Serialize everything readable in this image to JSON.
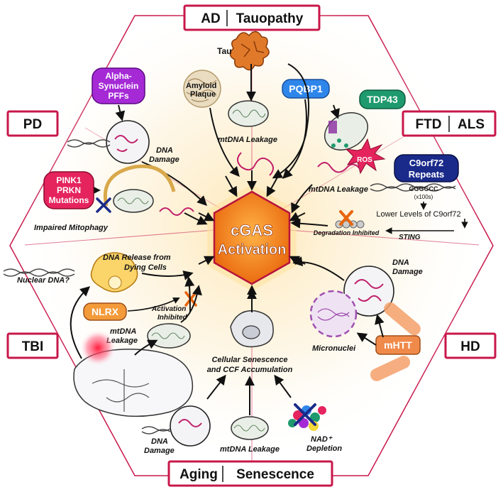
{
  "center": {
    "line1": "cGAS",
    "line2": "Activation"
  },
  "diseases": {
    "ad": {
      "left": "AD",
      "right": "Tauopathy"
    },
    "ftd": {
      "left": "FTD",
      "right": "ALS"
    },
    "hd": {
      "label": "HD"
    },
    "aging": {
      "left": "Aging",
      "right": "Senescence"
    },
    "tbi": {
      "label": "TBI"
    },
    "pd": {
      "label": "PD"
    }
  },
  "ad_section": {
    "tau": "Tau",
    "amyloid_1": "Amyloid",
    "amyloid_2": "Plaque",
    "pqbp1": "PQBP1",
    "mtdna_leakage": "mtDNA   Leakage"
  },
  "ftd_section": {
    "tdp43": "TDP43",
    "ros": "ROS",
    "mtdna_leakage": "mtDNA Leakage",
    "c9_1": "C9orf72",
    "c9_2": "Repeats",
    "repeat_seq": "GGGGCC",
    "repeat_count": "(x100s)",
    "lower_levels": "Lower Levels of C9orf72",
    "sting": "STING",
    "degradation": "Degradation Inhibited"
  },
  "hd_section": {
    "dna_damage_1": "DNA",
    "dna_damage_2": "Damage",
    "micronuclei": "Micronuclei",
    "mhtt": "mHTT"
  },
  "aging_section": {
    "senescence_1": "Cellular Senescence",
    "senescence_2": "and CCF Accumulation",
    "dna_damage_1": "DNA",
    "dna_damage_2": "Damage",
    "mtdna_leakage": "mtDNA Leakage",
    "nad_1": "NAD⁺",
    "nad_2": "Depletion"
  },
  "tbi_section": {
    "dna_release_1": "DNA Release from",
    "dna_release_2": "Dying Cells",
    "nuclear_dna": "Nuclear DNA?",
    "nlrx": "NLRX",
    "activation_1": "Activation",
    "activation_2": "Inhibited",
    "mtdna_1": "mtDNA",
    "mtdna_2": "Leakage"
  },
  "pd_section": {
    "alpha_1": "Alpha-",
    "alpha_2": "Synuclein",
    "alpha_3": "PFFs",
    "dna_damage_1": "DNA",
    "dna_damage_2": "Damage",
    "pink1_1": "PINK1",
    "pink1_2": "PRKN",
    "pink1_3": "Mutations",
    "mitophagy": "Impaired Mitophagy"
  },
  "colors": {
    "frame": "#c8174a",
    "center_fill": "#f07a10",
    "pqbp1": "#2f86ea",
    "tdp43": "#1f9a6e",
    "c9orf72": "#1a2a8a",
    "mhtt": "#f08a4a",
    "nlrx": "#f39a3a",
    "alpha_syn": "#a52ad6",
    "pink1": "#e5245e",
    "mtdna": "#c0206a"
  }
}
